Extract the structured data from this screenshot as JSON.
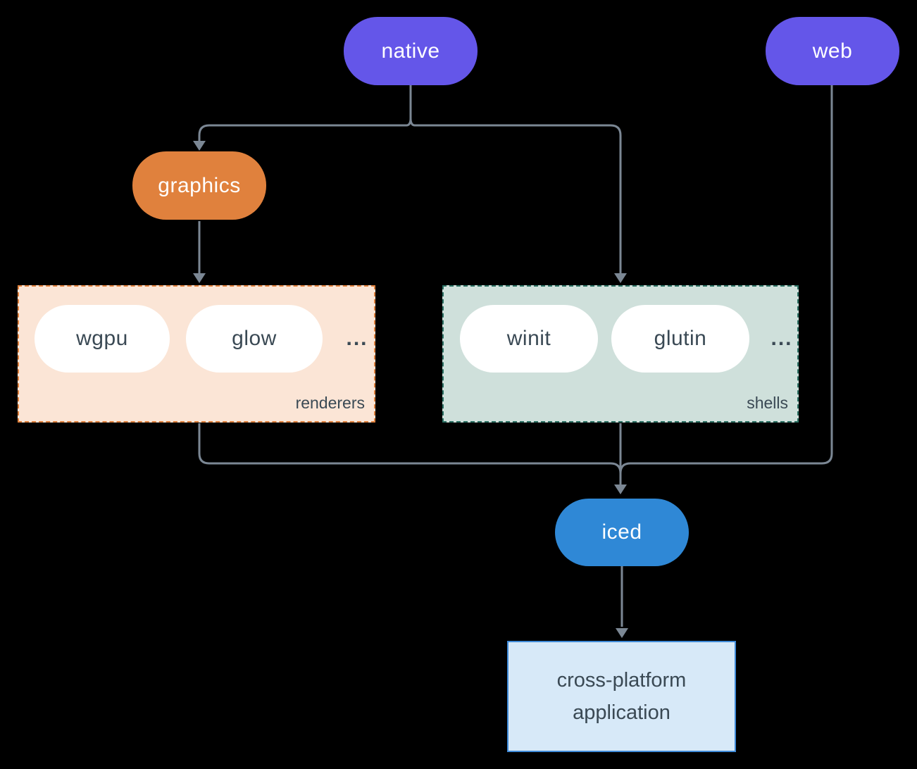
{
  "colors": {
    "purple": "#6456e9",
    "orange": "#e0813d",
    "blue": "#2f88d6",
    "peach_fill": "#fbe5d6",
    "green_fill": "#cfe0db",
    "teal_border": "#2c7164",
    "lightblue_fill": "#d7e9f8",
    "app_border": "#3f8ad8",
    "line_gray": "#7b8794",
    "dark_text": "#3a4954",
    "white_text": "#ffffff"
  },
  "diagram": {
    "nodes": {
      "native": {
        "label": "native"
      },
      "web": {
        "label": "web"
      },
      "graphics": {
        "label": "graphics"
      },
      "iced": {
        "label": "iced"
      },
      "app": {
        "label": "cross-platform application"
      }
    },
    "groups": {
      "renderers": {
        "label": "renderers",
        "items": {
          "0": "wgpu",
          "1": "glow"
        },
        "ellipsis": "..."
      },
      "shells": {
        "label": "shells",
        "items": {
          "0": "winit",
          "1": "glutin"
        },
        "ellipsis": "..."
      }
    }
  }
}
